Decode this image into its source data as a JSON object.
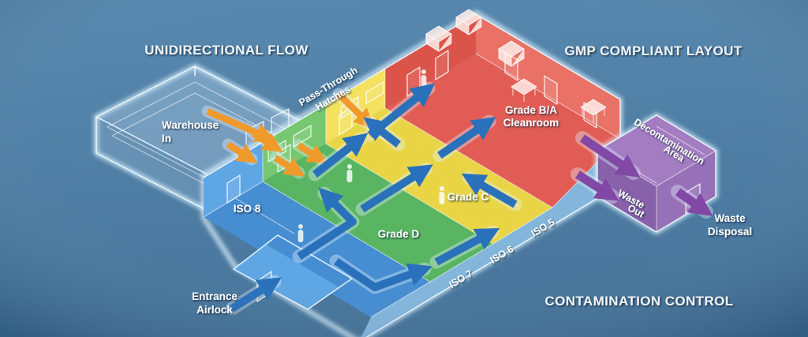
{
  "titles": {
    "top_left": "UNIDIRECTIONAL FLOW",
    "top_right": "GMP COMPLIANT LAYOUT",
    "bottom_right": "CONTAMINATION CONTROL"
  },
  "labels": {
    "warehouse_in": {
      "line1": "Warehouse",
      "line2": "In"
    },
    "pass_through": {
      "line1": "Pass-Through",
      "line2": "Hatches"
    },
    "entrance_airlock": {
      "line1": "Entrance",
      "line2": "Airlock"
    },
    "iso8": "ISO 8",
    "iso7": "ISO 7",
    "iso6": "ISO 6",
    "iso5": "ISO 5",
    "grade_d": "Grade D",
    "grade_c": "Grade C",
    "grade_ba": {
      "line1": "Grade B/A",
      "line2": "Cleanroom"
    },
    "decontamination": {
      "line1": "Decontamination",
      "line2": "Area"
    },
    "waste_out": {
      "line1": "Waste",
      "line2": "Out"
    },
    "waste_disposal": {
      "line1": "Waste",
      "line2": "Disposal"
    }
  },
  "colors": {
    "background_top": "#4e82ab",
    "background_bottom": "#3c6c94",
    "glow": "#daf2ff",
    "zone_iso8": "#3a86ce",
    "zone_iso8_wall": "#55a0e2",
    "zone_grade_d": "#4fb058",
    "zone_grade_d_wall": "#6ec467",
    "zone_grade_c": "#e8d23b",
    "zone_grade_c_wall": "#f2df55",
    "zone_grade_ba": "#df5249",
    "zone_grade_ba_wall": "#e8685c",
    "zone_grade_ba_wall2": "#d8493f",
    "zone_decon": "#9168b3",
    "zone_decon_wall": "#8157a6",
    "zone_decon_top": "#9d74bd",
    "skirt": "#7cb1da",
    "arrow_material": "#f0941f",
    "arrow_personnel": "#1d68b8",
    "arrow_waste": "#7a3da0"
  }
}
